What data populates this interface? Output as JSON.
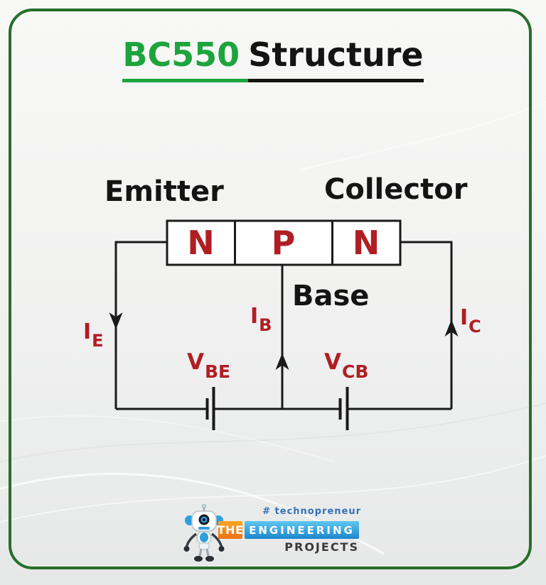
{
  "title": {
    "highlight": "BC550",
    "rest": "Structure"
  },
  "diagram": {
    "terminals": {
      "emitter": "Emitter",
      "collector": "Collector",
      "base": "Base"
    },
    "regions": [
      "N",
      "P",
      "N"
    ],
    "currents": [
      {
        "main": "I",
        "sub": "E"
      },
      {
        "main": "I",
        "sub": "B"
      },
      {
        "main": "I",
        "sub": "C"
      }
    ],
    "voltages": [
      {
        "main": "V",
        "sub": "BE"
      },
      {
        "main": "V",
        "sub": "CB"
      }
    ]
  },
  "branding": {
    "hashtag": "# technopreneur",
    "line1": "THE",
    "line2": "ENGINEERING",
    "line3": "PROJECTS"
  },
  "colors": {
    "accent_green": "#1ea43c",
    "border_green": "#266e2b",
    "dark_red": "#b01e24",
    "wire_black": "#1a1a1a",
    "brand_orange": "#f7941e",
    "brand_blue": "#2e9fe0"
  }
}
